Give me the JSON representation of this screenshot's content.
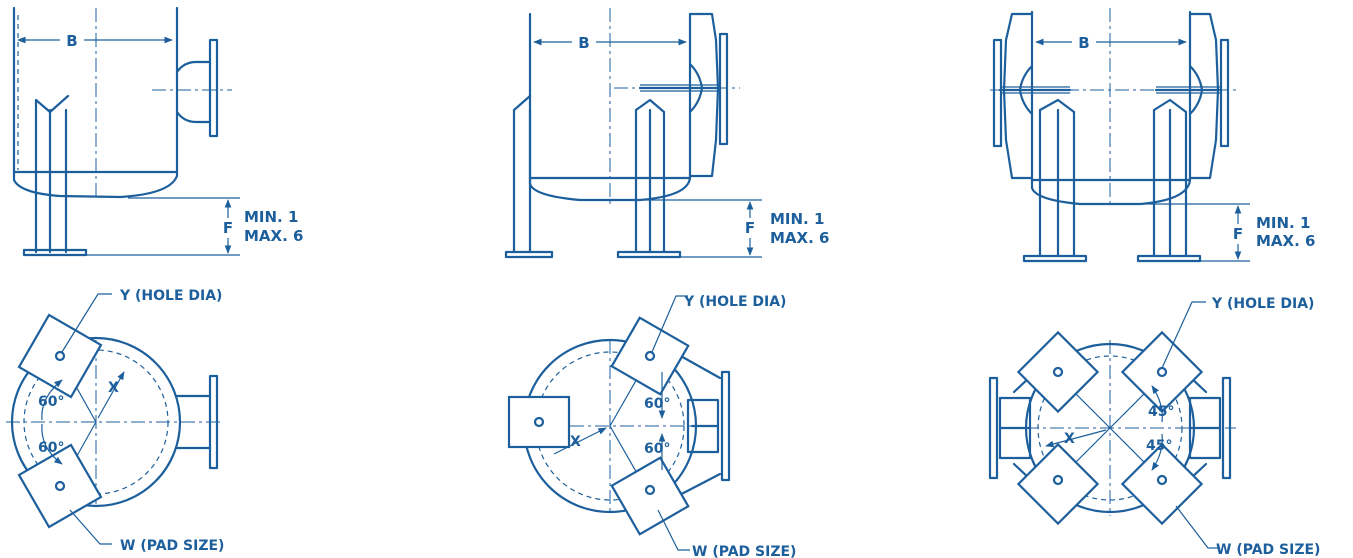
{
  "labels": {
    "b": "B",
    "f": "F",
    "min": "MIN. 1",
    "max": "MAX. 6",
    "x": "X",
    "hole": "Y (HOLE DIA)",
    "pad": "W (PAD SIZE)",
    "angle60": "60°",
    "angle45": "45°"
  },
  "colors": {
    "ink": "#1d5f9c",
    "paper": "#ffffff"
  }
}
